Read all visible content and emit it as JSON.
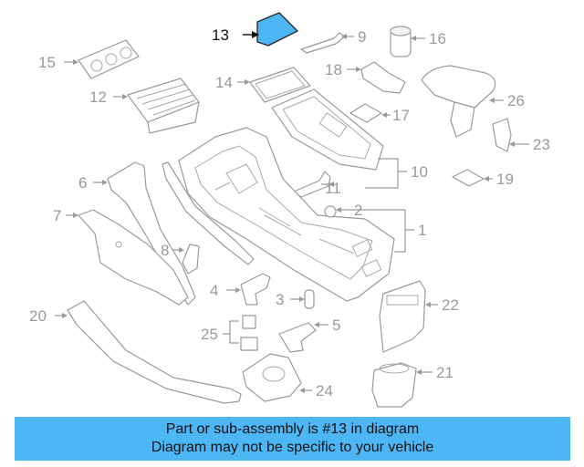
{
  "diagram": {
    "highlighted_part": "13",
    "callouts": {
      "c1": "1",
      "c2": "2",
      "c3": "3",
      "c4": "4",
      "c5": "5",
      "c6": "6",
      "c7": "7",
      "c8": "8",
      "c9": "9",
      "c10": "10",
      "c11": "11",
      "c12": "12",
      "c13": "13",
      "c14": "14",
      "c15": "15",
      "c16": "16",
      "c17": "17",
      "c18": "18",
      "c19": "19",
      "c20": "20",
      "c21": "21",
      "c22": "22",
      "c23": "23",
      "c24": "24",
      "c25": "25",
      "c26": "26"
    }
  },
  "caption": {
    "line1": "Part or sub-assembly is #13 in diagram",
    "line2": "Diagram may not be specific to your vehicle"
  },
  "colors": {
    "highlight": "#4db6f5",
    "line_art": "#9a9a9a",
    "callout_active": "#111111"
  }
}
